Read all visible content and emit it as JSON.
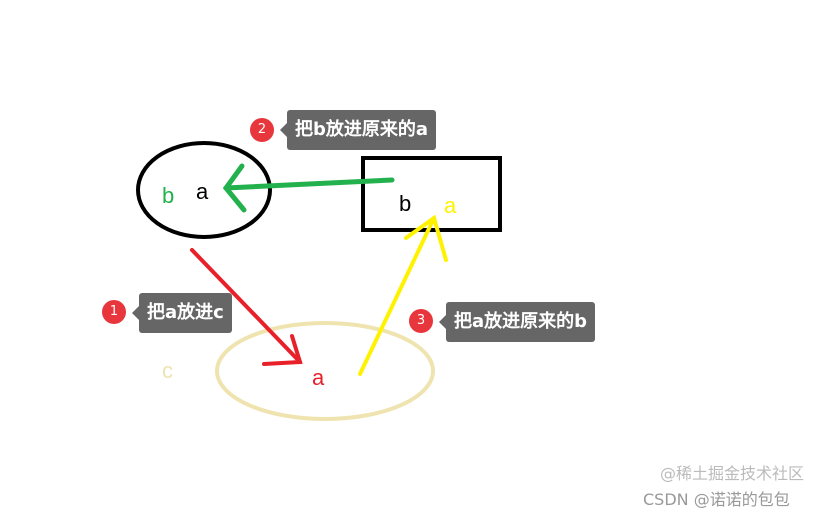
{
  "steps": [
    {
      "number": "1",
      "text": "把a放进c"
    },
    {
      "number": "2",
      "text": "把b放进原来的a"
    },
    {
      "number": "3",
      "text": "把a放进原来的b"
    }
  ],
  "nodes": {
    "a_var": {
      "label_b": "b",
      "label_a": "a"
    },
    "b_var": {
      "label_b": "b",
      "label_a": "a"
    },
    "c_var": {
      "name": "c",
      "label_a": "a"
    }
  },
  "colors": {
    "step1_arrow": "#e8202a",
    "step2_arrow": "#22b14c",
    "step3_arrow": "#fff200",
    "badge": "#e8363d",
    "tooltip": "#666666",
    "c_ellipse": "#efe4b0"
  },
  "watermark": {
    "line1": "@稀土掘金技术社区",
    "line2": "CSDN @诺诺的包包"
  }
}
